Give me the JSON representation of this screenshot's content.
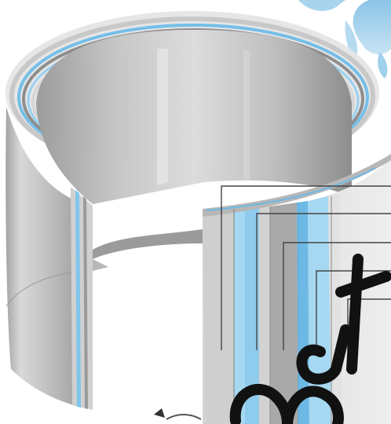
{
  "diagram": {
    "kind": "cutaway cylindrical tube with layered wall",
    "wall_layers": [
      {
        "name": "outer-gray-shell",
        "color": "#c4c4c4"
      },
      {
        "name": "blue-barrier-layer-1",
        "color": "#9fd3ee"
      },
      {
        "name": "gray-middle-layer",
        "color": "#a9a9a9"
      },
      {
        "name": "blue-barrier-layer-2",
        "color": "#8ccbed"
      },
      {
        "name": "inner-gray-shell",
        "color": "#d2d2d2"
      }
    ],
    "leader_line_count": 5,
    "watermark": {
      "text": "mat"
    }
  },
  "colors": {
    "accent_blue": "#66b8e6",
    "light_blue": "#a6d8f2",
    "silver_light": "#e4e4e4",
    "silver_mid": "#bdbdbd",
    "silver_dark": "#8e8e8e",
    "leader": "#444444",
    "splash_blue": "#9ccde9"
  }
}
